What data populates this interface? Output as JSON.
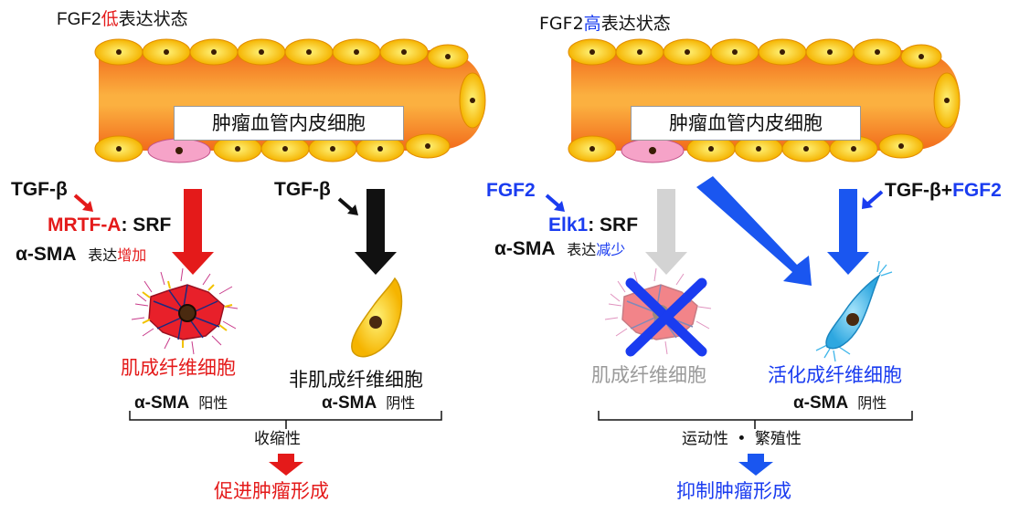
{
  "colors": {
    "red": "#e41a1a",
    "blue": "#1a3cf0",
    "grey": "#9a9a9a",
    "vessel_orange": "#f7941d",
    "cell_yellow": "#ffd21a",
    "pericyte_pink": "#f6a3c8",
    "fibroblast_blue": "#3fb6ea"
  },
  "left": {
    "title_prefix": "FGF2",
    "title_level": "低",
    "title_suffix": "表达状态",
    "vessel_label": "肿瘤血管内皮细胞",
    "tgfb_left": "TGF-β",
    "mrtf": "MRTF-A",
    "srf": ": SRF",
    "asma": "α-SMA",
    "expr_prefix": "表达",
    "expr_change": "增加",
    "tgfb_right": "TGF-β",
    "myofibroblast": "肌成纤维细胞",
    "non_myofibroblast": "非肌成纤维细胞",
    "positive_asma": "α-SMA",
    "positive": "阳性",
    "negative_asma": "α-SMA",
    "negative": "阴性",
    "property": "收缩性",
    "outcome": "促进肿瘤形成"
  },
  "right": {
    "title_prefix": "FGF2",
    "title_level": "高",
    "title_suffix": "表达状态",
    "vessel_label": "肿瘤血管内皮细胞",
    "fgf2": "FGF2",
    "elk1": "Elk1",
    "srf": ": SRF",
    "asma": "α-SMA",
    "expr_prefix": "表达",
    "expr_change": "减少",
    "tgfb_plus": "TGF-β+",
    "fgf2_plus": "FGF2",
    "myofibroblast": "肌成纤维细胞",
    "activated_fibroblast": "活化成纤维细胞",
    "negative_asma": "α-SMA",
    "negative": "阴性",
    "property_a": "运动性",
    "dot": "•",
    "property_b": "繁殖性",
    "outcome": "抑制肿瘤形成"
  },
  "icons": {
    "cross": "blue-x-icon",
    "arrow": "down-arrow-icon"
  }
}
